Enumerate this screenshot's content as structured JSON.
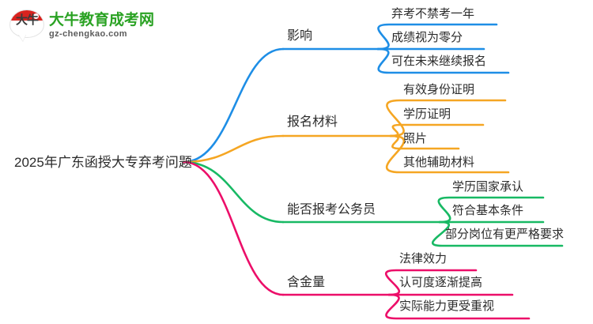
{
  "logo": {
    "mark_text": "大牛",
    "title": "大牛教育成考网",
    "subtitle": "gz-chengkao.com",
    "brand_green": "#2aa223",
    "brand_red": "#d9231f"
  },
  "mindmap": {
    "root": {
      "label": "2025年广东函授大专弃考问题"
    },
    "branches": [
      {
        "label": "影响",
        "color": "#1e8ee6",
        "children": [
          {
            "label": "弃考不禁考一年"
          },
          {
            "label": "成绩视为零分"
          },
          {
            "label": "可在未来继续报名"
          }
        ]
      },
      {
        "label": "报名材料",
        "color": "#f5a623",
        "children": [
          {
            "label": "有效身份证明"
          },
          {
            "label": "学历证明"
          },
          {
            "label": "照片"
          },
          {
            "label": "其他辅助材料"
          }
        ]
      },
      {
        "label": "能否报考公务员",
        "color": "#18b964",
        "children": [
          {
            "label": "学历国家承认"
          },
          {
            "label": "符合基本条件"
          },
          {
            "label": "部分岗位有更严格要求"
          }
        ]
      },
      {
        "label": "含金量",
        "color": "#ec0e69",
        "children": [
          {
            "label": "法律效力"
          },
          {
            "label": "认可度逐渐提高"
          },
          {
            "label": "实际能力更受重视"
          }
        ]
      }
    ]
  }
}
